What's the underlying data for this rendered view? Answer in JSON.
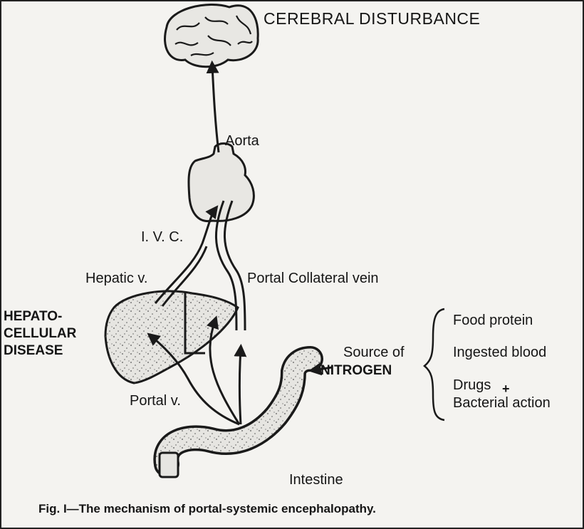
{
  "title": "CEREBRAL DISTURBANCE",
  "labels": {
    "aorta": "Aorta",
    "ivc": "I. V. C.",
    "hepatic_vein": "Hepatic v.",
    "portal_collateral_vein": "Portal Collateral vein",
    "disease": [
      "HEPATO-",
      "CELLULAR",
      "DISEASE"
    ],
    "portal_vein": "Portal v.",
    "intestine": "Intestine"
  },
  "nitrogen": {
    "source_line1": "Source of",
    "source_line2": "NITROGEN",
    "items": [
      "Food protein",
      "Ingested blood",
      "Drugs",
      "Bacterial action"
    ],
    "plus": "+"
  },
  "caption": "Fig. I—The mechanism of portal-systemic encephalopathy.",
  "colors": {
    "background": "#f4f3f0",
    "ink": "#1a1a1a",
    "organ_fill": "#e6e5e1"
  }
}
